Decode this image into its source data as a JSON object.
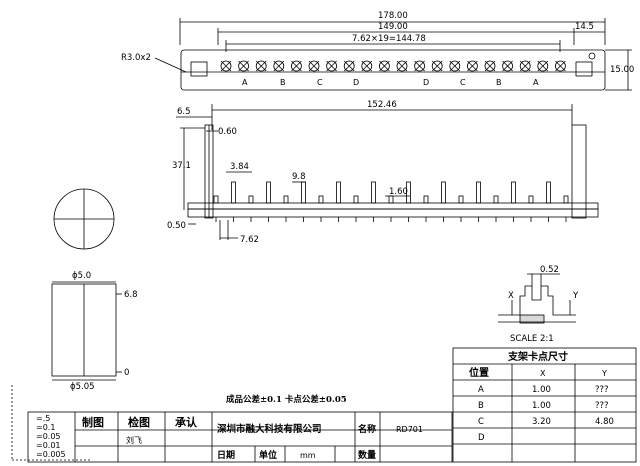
{
  "top_view": {
    "dim_overall": "178.00",
    "dim_inner": "149.00",
    "dim_pitch": "7.62×19=144.78",
    "dim_end": "14.5",
    "dim_height": "15.00",
    "radius_note": "R3.0x2",
    "pin_letters": [
      "A",
      "B",
      "C",
      "D",
      "D",
      "C",
      "B",
      "A"
    ]
  },
  "side_view": {
    "dim_overall": "152.46",
    "dim_65": "6.5",
    "dim_060": "0.60",
    "dim_371": "37.1",
    "dim_384": "3.84",
    "dim_98": "9.8",
    "dim_160": "1.60",
    "dim_050": "0.50",
    "dim_762": "7.62"
  },
  "pin_views": {
    "dia_top": "ϕ5.0",
    "dia_bottom": "ϕ5.05",
    "len": "6.8",
    "zero": "0"
  },
  "detail": {
    "dim_052": "0.52",
    "x_label": "X",
    "y_label": "Y",
    "scale": "SCALE 2:1"
  },
  "tolerance_note": "成品公差±0.1  卡点公差±0.05",
  "title_block": {
    "tol_rows": [
      "=.5",
      "=0.1",
      "=0.05",
      "=0.01",
      "=0.005"
    ],
    "zhitu": "制图",
    "jiantu": "检图",
    "chengren": "承认",
    "drafter": "刘飞",
    "company": "深圳市融大科技有限公司",
    "name_label": "名称",
    "part_name": "RD701",
    "date_label": "日期",
    "unit_label": "单位",
    "unit_value": "mm",
    "qty_label": "数量"
  },
  "spec_table": {
    "title": "支架卡点尺寸",
    "headers": [
      "位置",
      "X",
      "Y"
    ],
    "rows": [
      {
        "pos": "A",
        "x": "1.00",
        "y": "???"
      },
      {
        "pos": "B",
        "x": "1.00",
        "y": "???"
      },
      {
        "pos": "C",
        "x": "3.20",
        "y": "4.80"
      },
      {
        "pos": "D",
        "x": "",
        "y": ""
      }
    ]
  }
}
